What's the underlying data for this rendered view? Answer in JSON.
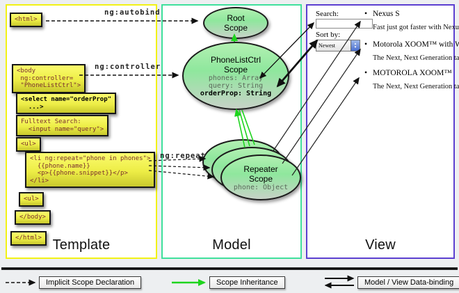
{
  "columns": {
    "template_label": "Template",
    "model_label": "Model",
    "view_label": "View"
  },
  "template": {
    "html_open": "<html>",
    "body_open": "<body\n ng:controller=\n \"PhoneListCtrl\">",
    "select_tag": "<select name=\"orderProp\"\n  ...>",
    "fulltext": "Fulltext Search:\n  <input name=\"query\">",
    "ul_open": "<ul>",
    "li_repeat": "<li ng:repeat=\"phone in phones\">\n  {{phone.name}}\n  <p>{{phone.snippet}}</p>\n</li>",
    "ul_close": "<ul>",
    "body_close": "</body>",
    "html_close": "</html>",
    "labels": {
      "autobind": "ng:autobind",
      "controller": "ng:controller",
      "repeat": "ng:repeat"
    }
  },
  "model": {
    "root_scope_title": "Root\nScope",
    "ctrl_scope_title": "PhoneListCtrl\nScope",
    "ctrl_props": [
      "phones: Array",
      "query: String"
    ],
    "ctrl_bold_prop": "orderProp: String",
    "repeater_title": "Repeater\nScope",
    "repeater_prop": "phone: Object"
  },
  "view": {
    "search_label": "Search:",
    "search_value": "",
    "sort_label": "Sort by:",
    "sort_value": "Newest",
    "bullet_char": "•",
    "items": [
      {
        "title": "Nexus S",
        "desc": "Fast just got faster with Nexus S."
      },
      {
        "title": "Motorola XOOM™  with Wi-Fi",
        "desc": "The Next, Next Generation tablet."
      },
      {
        "title": "MOTOROLA XOOM™",
        "desc": "The Next, Next Generation tablet."
      }
    ]
  },
  "legend": {
    "implicit": "Implicit Scope Declaration",
    "inheritance": "Scope Inheritance",
    "databinding": "Model / View Data-binding"
  },
  "colors": {
    "template_border": "#f2f215",
    "model_border": "#3fe09c",
    "view_border": "#5b3fd0",
    "codebox_yellow": "#eded46",
    "scope_green": "#8fe79d",
    "inheritance_arrow": "#1ed41e",
    "code_text": "#7a2e2e"
  }
}
